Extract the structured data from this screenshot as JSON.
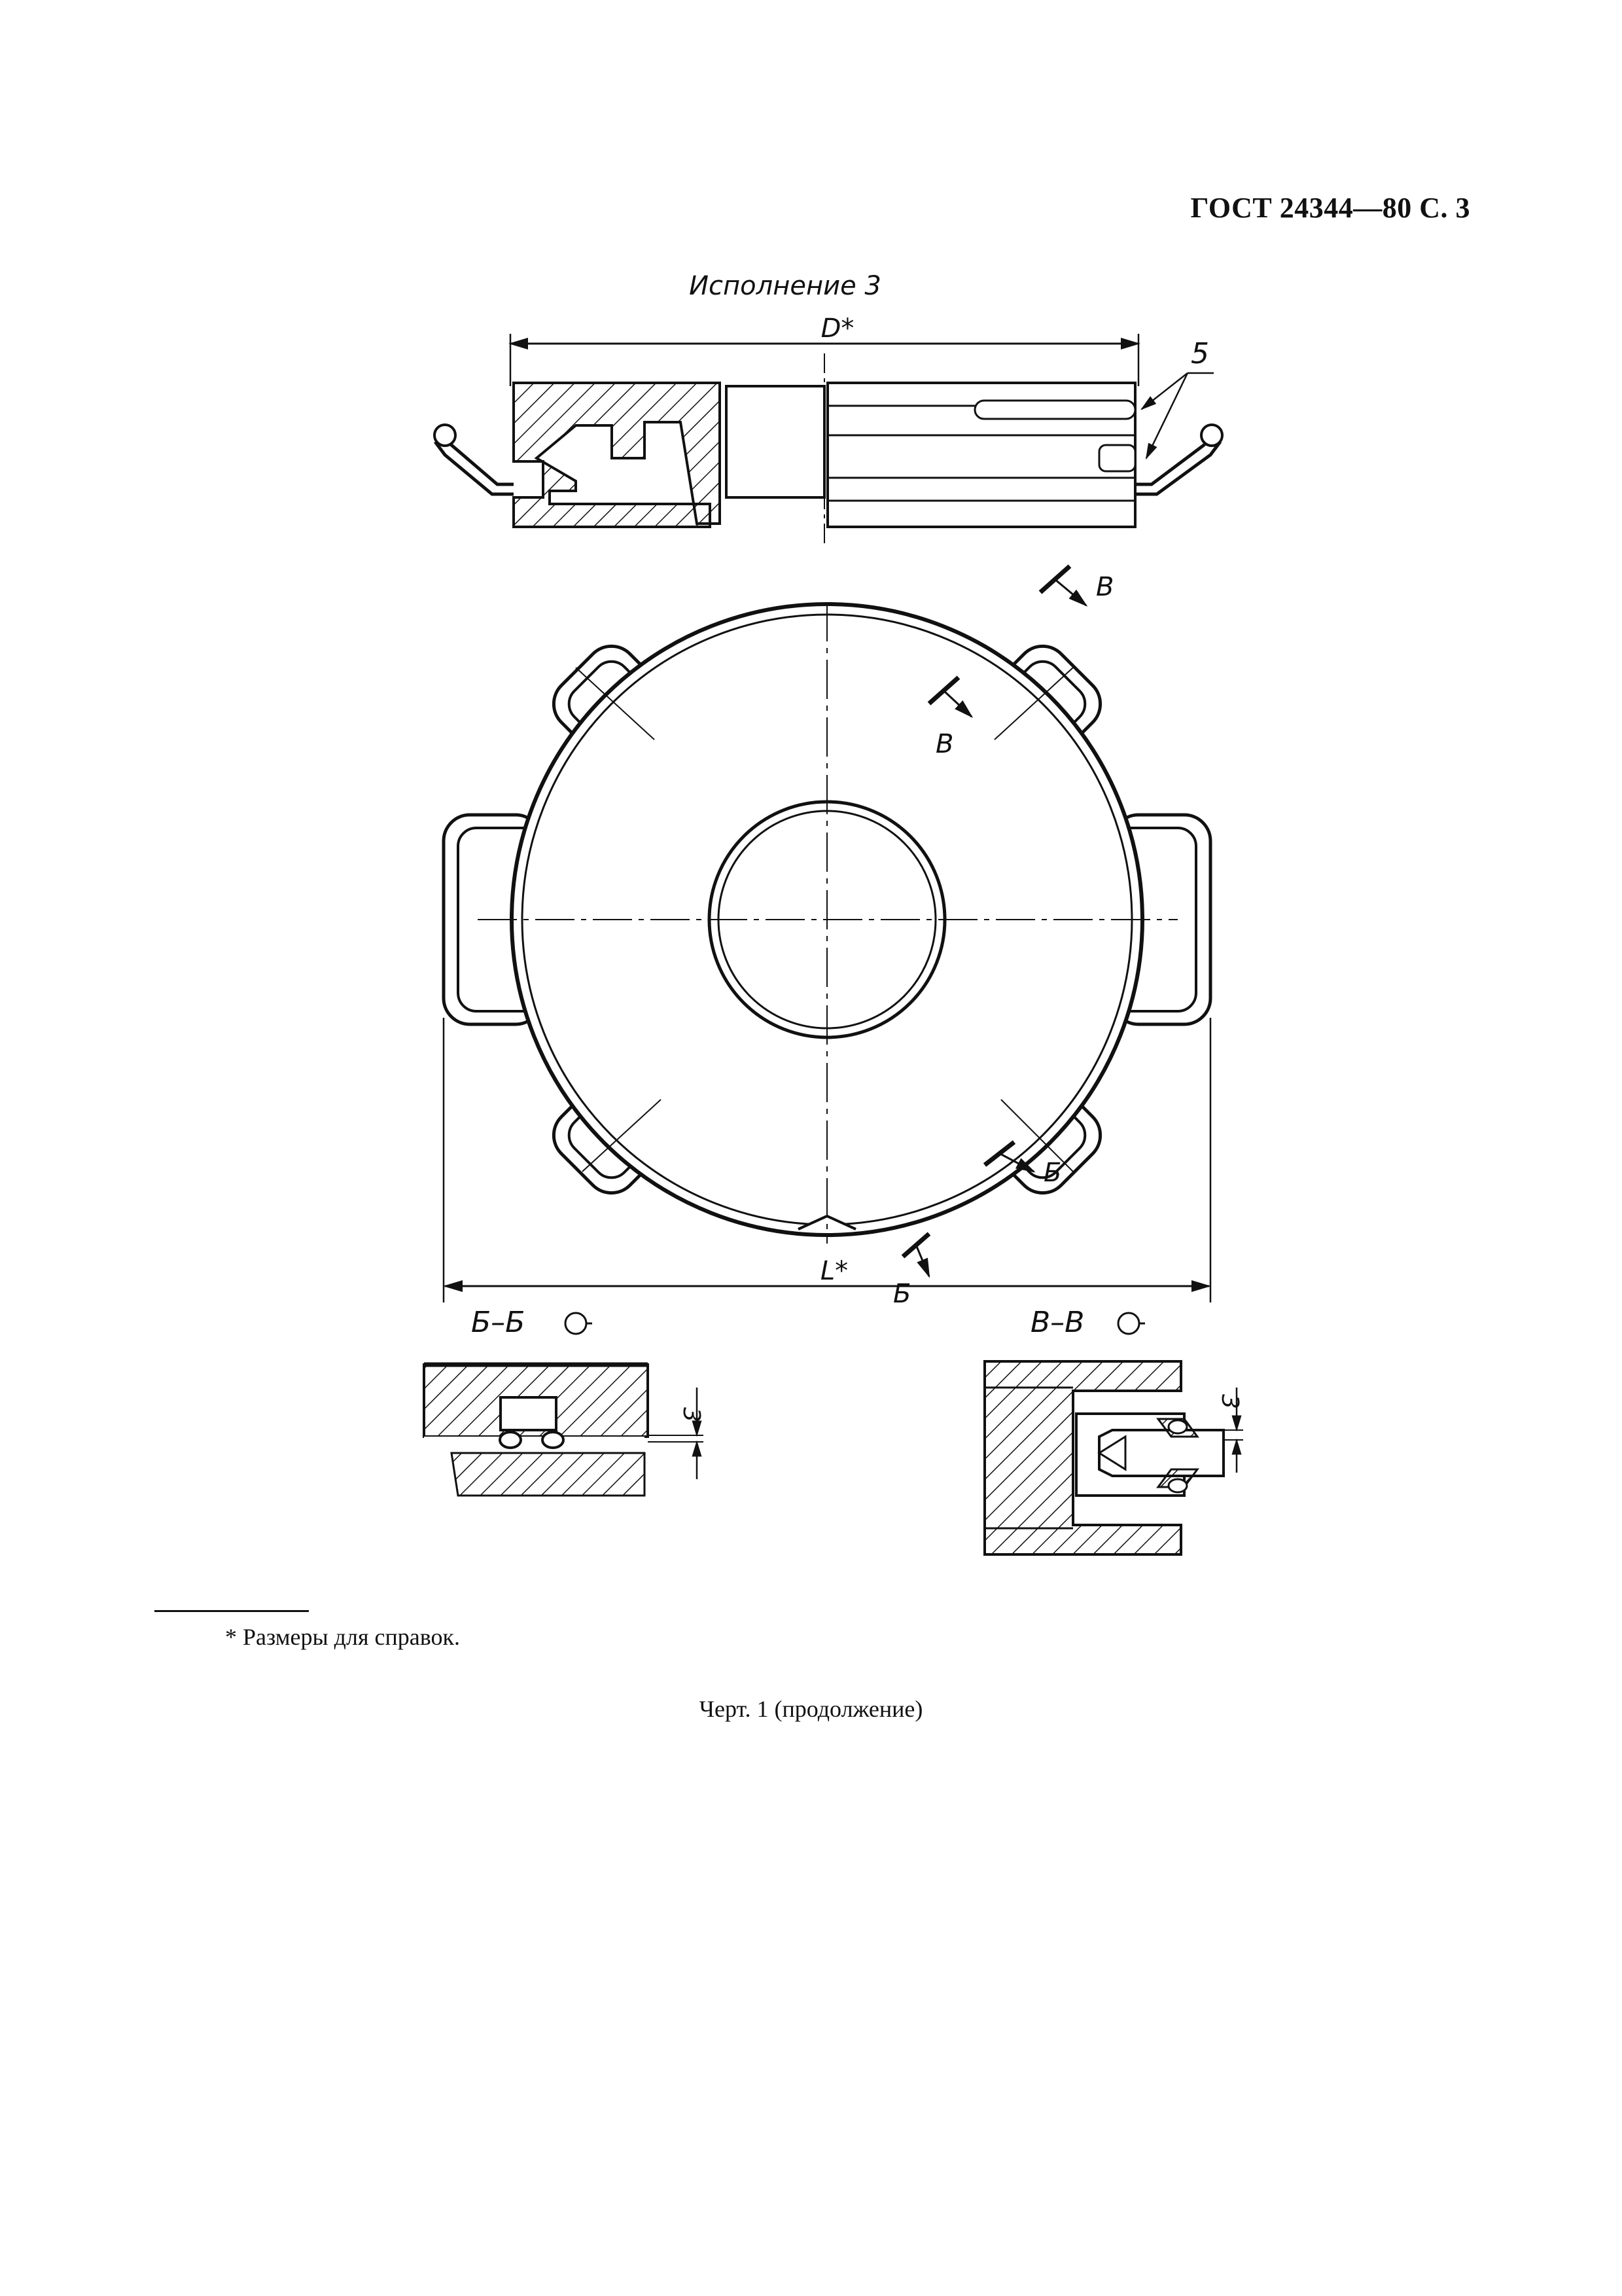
{
  "header": {
    "ref": "ГОСТ 24344—80 С. 3"
  },
  "drawing": {
    "variant_title": "Исполнение 3",
    "dim_D": "D*",
    "dim_L": "L*",
    "callout_5": "5",
    "marker_v": "В",
    "marker_b": "Б",
    "section_bb_title": "Б–Б",
    "section_vv_title": "В–В",
    "dim_3": "3"
  },
  "footnote": {
    "text": "* Размеры для справок."
  },
  "caption": {
    "text": "Черт. 1 (продолжение)"
  }
}
